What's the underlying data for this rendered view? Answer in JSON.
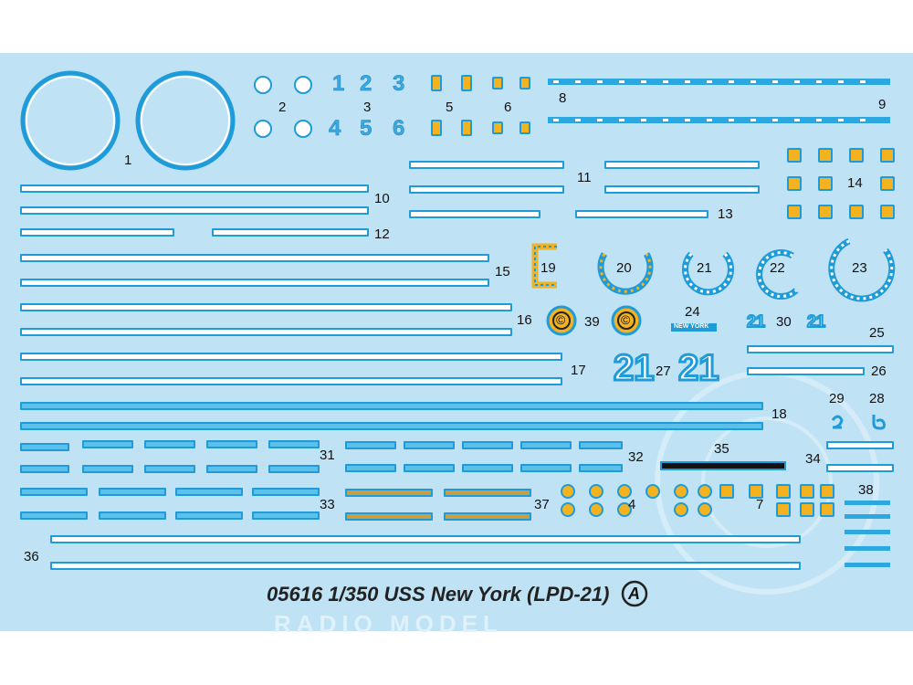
{
  "colors": {
    "sheet_background": "#bfe3f5",
    "decal_blue": "#1e9bd8",
    "decal_yellow": "#f3b21f",
    "decal_white": "#ffffff"
  },
  "labels": {
    "n1": "1",
    "n2": "2",
    "n3": "3",
    "n4": "4",
    "n5": "5",
    "n6": "6",
    "n7": "7",
    "n8": "8",
    "n9": "9",
    "n10": "10",
    "n11": "11",
    "n12": "12",
    "n13": "13",
    "n14": "14",
    "n15": "15",
    "n16": "16",
    "n17": "17",
    "n18": "18",
    "n19": "19",
    "n20": "20",
    "n21": "21",
    "n22": "22",
    "n23": "23",
    "n24": "24",
    "n25": "25",
    "n26": "26",
    "n27": "27",
    "n28": "28",
    "n29": "29",
    "n30": "30",
    "n31": "31",
    "n32": "32",
    "n33": "33",
    "n34": "34",
    "n35": "35",
    "n36": "36",
    "n37": "37",
    "n38": "38",
    "n39": "39"
  },
  "decal_glyphs": {
    "g1": "1",
    "g2": "2",
    "g3": "3",
    "g4": "4",
    "g5": "5",
    "g6": "6",
    "hull_21": "21",
    "small_21": "21",
    "copyright": "©"
  },
  "name_plate": "NEW YORK",
  "caption": {
    "kit_number": "05616",
    "scale": "1/350",
    "title": "USS New York",
    "designation": "(LPD-21)",
    "sheet_letter": "A"
  },
  "watermark": "RADIO MODEL"
}
